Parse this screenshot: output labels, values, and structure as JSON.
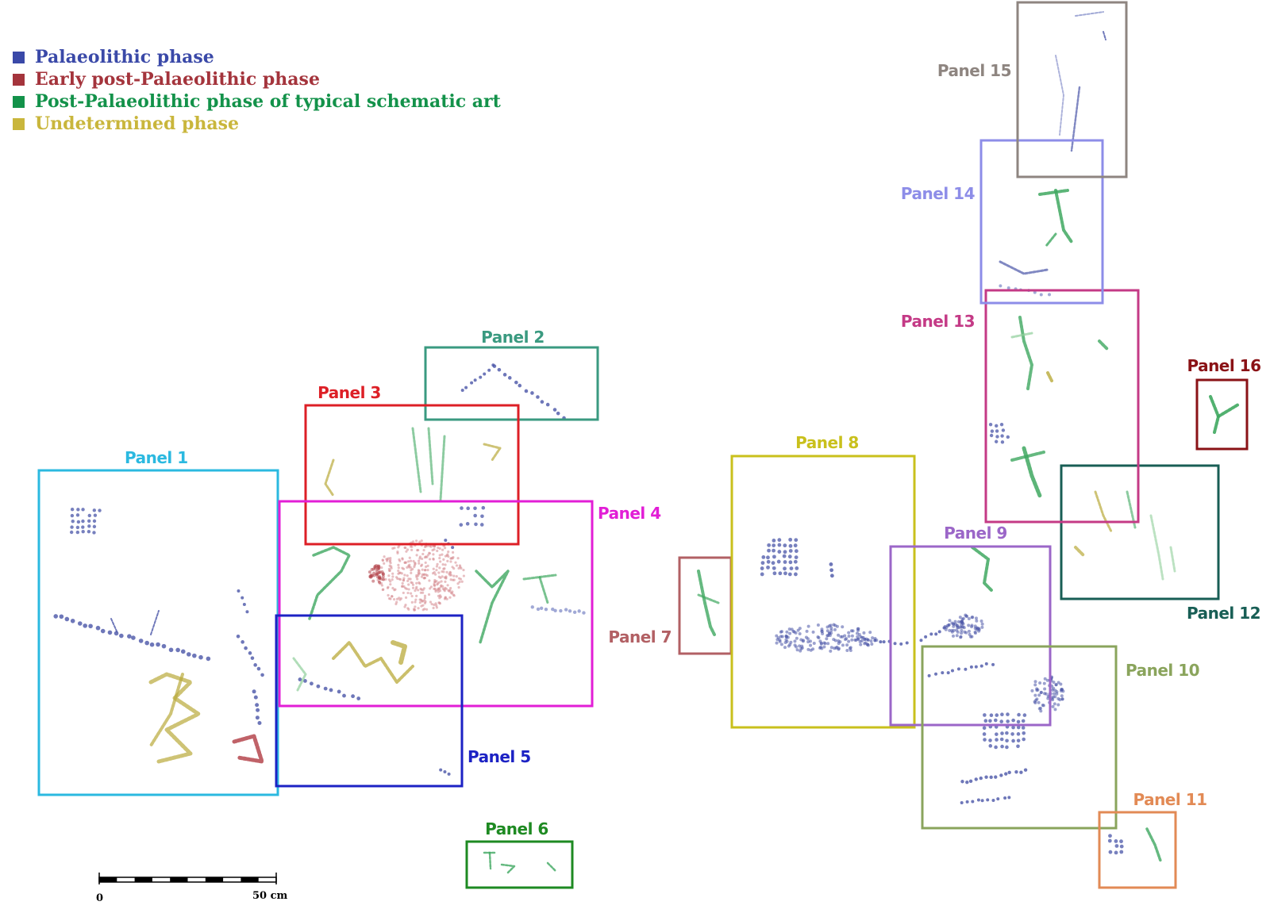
{
  "legend": [
    {
      "label": "Palaeolithic phase",
      "color": "#3a49a8"
    },
    {
      "label": "Early post-Palaeolithic phase",
      "color": "#a4343c"
    },
    {
      "label": "Post-Palaeolithic phase of typical schematic art",
      "color": "#13924a"
    },
    {
      "label": "Undetermined phase",
      "color": "#c9b63c"
    }
  ],
  "panels": [
    {
      "label": "Panel 1",
      "color": "#2bb9e0"
    },
    {
      "label": "Panel 2",
      "color": "#3a9a80"
    },
    {
      "label": "Panel 3",
      "color": "#dd1f26"
    },
    {
      "label": "Panel 4",
      "color": "#e21ed6"
    },
    {
      "label": "Panel 5",
      "color": "#1c22c4"
    },
    {
      "label": "Panel 6",
      "color": "#1e8a22"
    },
    {
      "label": "Panel 7",
      "color": "#b26064"
    },
    {
      "label": "Panel 8",
      "color": "#c9c01c"
    },
    {
      "label": "Panel 9",
      "color": "#9b66c8"
    },
    {
      "label": "Panel 10",
      "color": "#8aa45c"
    },
    {
      "label": "Panel 11",
      "color": "#e28a55"
    },
    {
      "label": "Panel 12",
      "color": "#185e55"
    },
    {
      "label": "Panel 13",
      "color": "#c43a86"
    },
    {
      "label": "Panel 14",
      "color": "#8d8de8"
    },
    {
      "label": "Panel 15",
      "color": "#8e8580"
    },
    {
      "label": "Panel 16",
      "color": "#8a1216"
    }
  ],
  "scale_bar": {
    "start_label": "0",
    "end_label": "50 cm"
  }
}
